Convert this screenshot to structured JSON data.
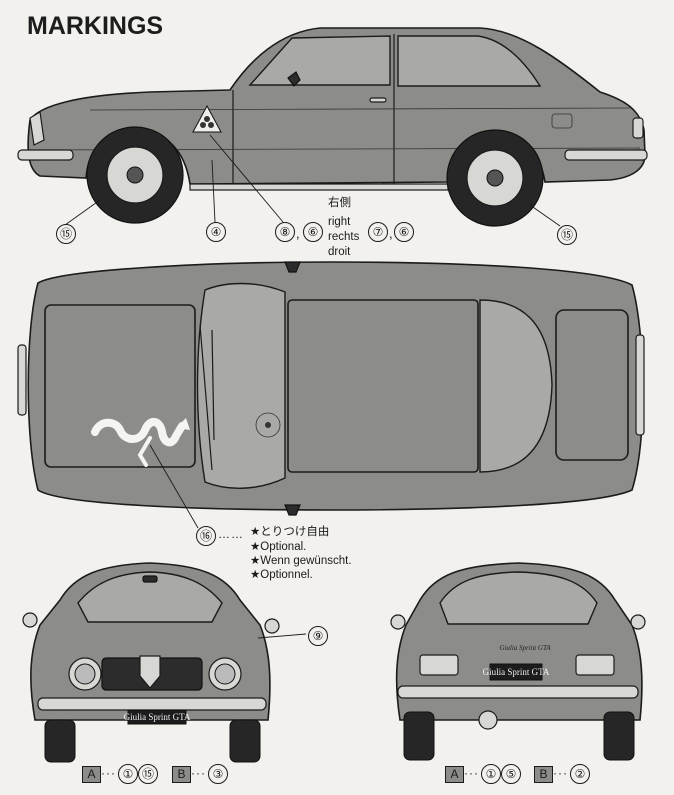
{
  "title": "MARKINGS",
  "side_view": {
    "right_jp": "右側",
    "right_en": "right",
    "right_de": "rechts",
    "right_fr": "droit",
    "callouts": [
      {
        "num": "⑮"
      },
      {
        "num": "④"
      },
      {
        "num": "⑧"
      },
      {
        "num": "⑥"
      },
      {
        "num": "⑦"
      },
      {
        "num": "⑥"
      },
      {
        "num": "⑮"
      }
    ],
    "comma1": ",",
    "comma2": ","
  },
  "top_view": {
    "callout": "⑯",
    "dots": "……",
    "optional_jp": "★とりつけ自由",
    "optional_en": "★Optional.",
    "optional_de": "★Wenn gewünscht.",
    "optional_fr": "★Optionnel."
  },
  "front_view": {
    "callout": "⑨",
    "plate_text": "Giulia Sprint GTA",
    "label_a": "A",
    "label_a_dots": "···",
    "label_a_num": "⑮",
    "label_a_prefix": "①",
    "label_b": "B",
    "label_b_dots": "···",
    "label_b_num": "③"
  },
  "rear_view": {
    "plate_text": "Giulia Sprint GTA",
    "trunk_script": "Giulia Sprint GTA",
    "label_a": "A",
    "label_a_dots": "···",
    "label_a_prefix": "①",
    "label_a_num": "⑤",
    "label_b": "B",
    "label_b_dots": "···",
    "label_b_num": "②"
  },
  "icons": {
    "cloverleaf": "quadrifoglio-icon",
    "serpent": "biscione-serpent-icon",
    "star": "star-icon"
  }
}
